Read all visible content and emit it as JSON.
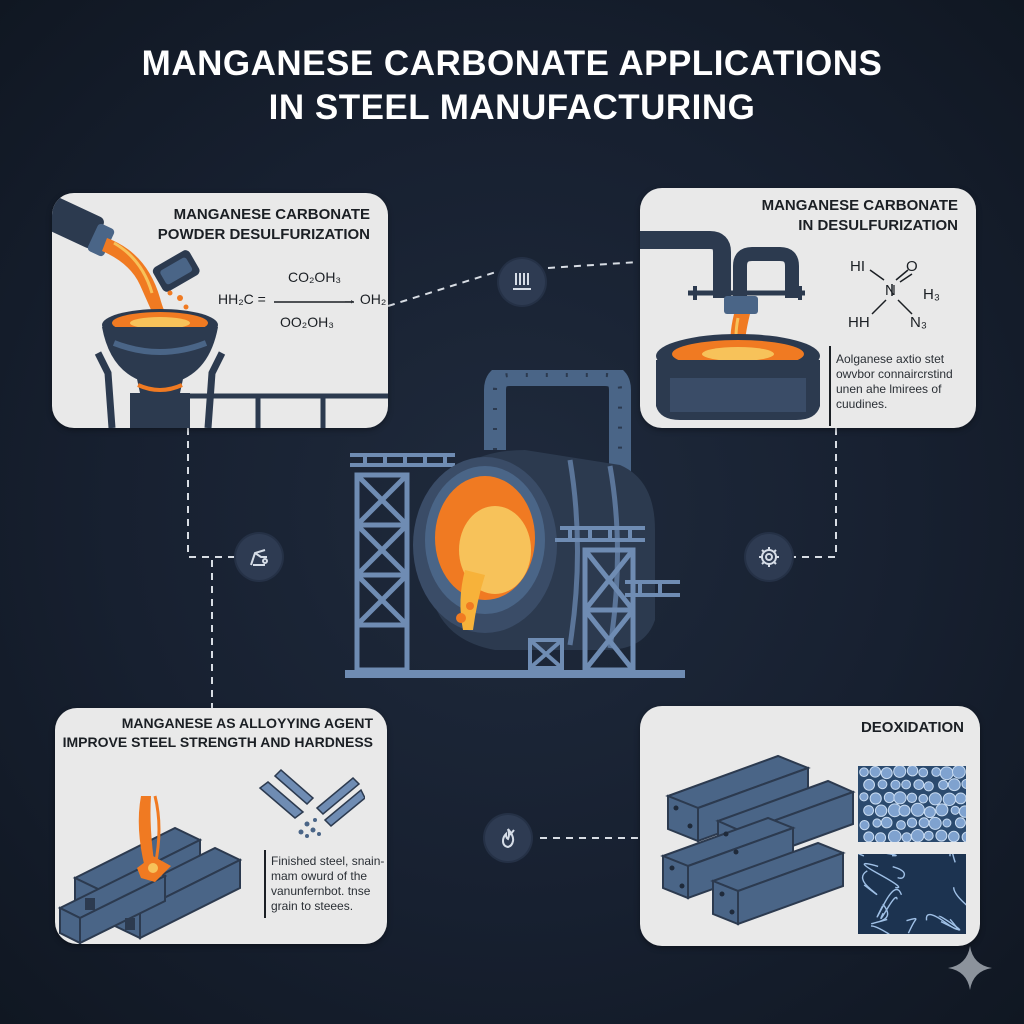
{
  "title": {
    "line1": "MANGANESE CARBONATE APPLICATIONS",
    "line2": "IN STEEL MANUFACTURING"
  },
  "cards": {
    "top_left": {
      "title_line1": "MANGANESE CARBONATE",
      "title_line2": "POWDER DESULFURIZATION",
      "equation": {
        "left": "HH₂C =",
        "top": "CO₂OH₃",
        "bottom": "OO₂OH₃",
        "right": "→ OH₂"
      }
    },
    "top_right": {
      "title_line1": "MANGANESE CARBONATE",
      "title_line2": "IN DESULFURIZATION",
      "molecule": {
        "hi": "HI",
        "o": "O",
        "n": "N",
        "h3": "H₃",
        "hh": "HH",
        "n3": "N₃"
      },
      "note": [
        "Aolganese axtio stet",
        "owvbor connaircrstind",
        "unen ahe lmirees of",
        "cuudines."
      ]
    },
    "bottom_left": {
      "title_line1": "MANGANESE AS ALLOYYING AGENT",
      "title_line2": "IMPROVE STEEL STRENGTH AND HARDNESS",
      "note": [
        "Finished steel, snain-",
        "mam owurd of the",
        "vanunfernbot. tnse",
        "grain to steees."
      ]
    },
    "bottom_right": {
      "title": "DEOXIDATION"
    }
  },
  "hubs": {
    "top": "furnace-vents-icon",
    "left": "crane-icon",
    "right": "gear-icon",
    "bottom": "flame-icon"
  },
  "colors": {
    "background": "#172030",
    "card": "#e9e9e9",
    "steel": "#4a6587",
    "molten": "#f07a22",
    "molten_light": "#f7c25a",
    "dark": "#2c3a4f"
  }
}
